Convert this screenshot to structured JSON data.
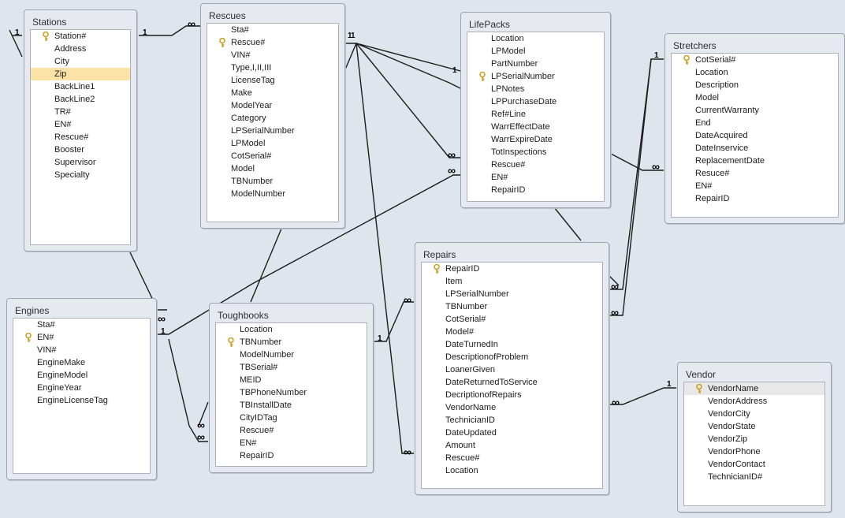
{
  "tables": {
    "stations": {
      "title": "Stations",
      "fields": [
        {
          "name": "Station#",
          "key": true
        },
        {
          "name": "Address"
        },
        {
          "name": "City"
        },
        {
          "name": "Zip",
          "selected": true
        },
        {
          "name": "BackLine1"
        },
        {
          "name": "BackLine2"
        },
        {
          "name": "TR#"
        },
        {
          "name": "EN#"
        },
        {
          "name": "Rescue#"
        },
        {
          "name": "Booster"
        },
        {
          "name": "Supervisor"
        },
        {
          "name": "Specialty"
        }
      ]
    },
    "rescues": {
      "title": "Rescues",
      "fields": [
        {
          "name": "Sta#"
        },
        {
          "name": "Rescue#",
          "key": true
        },
        {
          "name": "VIN#"
        },
        {
          "name": "Type,I,II,III"
        },
        {
          "name": "LicenseTag"
        },
        {
          "name": "Make"
        },
        {
          "name": "ModelYear"
        },
        {
          "name": "Category"
        },
        {
          "name": "LPSerialNumber"
        },
        {
          "name": "LPModel"
        },
        {
          "name": "CotSerial#"
        },
        {
          "name": "Model"
        },
        {
          "name": "TBNumber"
        },
        {
          "name": "ModelNumber"
        }
      ]
    },
    "lifepacks": {
      "title": "LifePacks",
      "fields": [
        {
          "name": "Location"
        },
        {
          "name": "LPModel"
        },
        {
          "name": "PartNumber"
        },
        {
          "name": "LPSerialNumber",
          "key": true
        },
        {
          "name": "LPNotes"
        },
        {
          "name": "LPPurchaseDate"
        },
        {
          "name": "Ref#Line"
        },
        {
          "name": "WarrEffectDate"
        },
        {
          "name": "WarrExpireDate"
        },
        {
          "name": "TotInspections"
        },
        {
          "name": "Rescue#"
        },
        {
          "name": "EN#"
        },
        {
          "name": "RepairID"
        }
      ]
    },
    "stretchers": {
      "title": "Stretchers",
      "fields": [
        {
          "name": "CotSerial#",
          "key": true
        },
        {
          "name": "Location"
        },
        {
          "name": "Description"
        },
        {
          "name": "Model"
        },
        {
          "name": "CurrentWarranty"
        },
        {
          "name": "End"
        },
        {
          "name": "DateAcquired"
        },
        {
          "name": "DateInservice"
        },
        {
          "name": "ReplacementDate"
        },
        {
          "name": "Resuce#"
        },
        {
          "name": "EN#"
        },
        {
          "name": "RepairID"
        }
      ]
    },
    "engines": {
      "title": "Engines",
      "fields": [
        {
          "name": "Sta#"
        },
        {
          "name": "EN#",
          "key": true
        },
        {
          "name": "VIN#"
        },
        {
          "name": "EngineMake"
        },
        {
          "name": "EngineModel"
        },
        {
          "name": "EngineYear"
        },
        {
          "name": "EngineLicenseTag"
        }
      ]
    },
    "toughbooks": {
      "title": "Toughbooks",
      "fields": [
        {
          "name": "Location"
        },
        {
          "name": "TBNumber",
          "key": true
        },
        {
          "name": "ModelNumber"
        },
        {
          "name": "TBSerial#"
        },
        {
          "name": "MEID"
        },
        {
          "name": "TBPhoneNumber"
        },
        {
          "name": "TBInstallDate"
        },
        {
          "name": "CityIDTag"
        },
        {
          "name": "Rescue#"
        },
        {
          "name": "EN#"
        },
        {
          "name": "RepairID"
        }
      ]
    },
    "repairs": {
      "title": "Repairs",
      "fields": [
        {
          "name": "RepairID",
          "key": true
        },
        {
          "name": "Item"
        },
        {
          "name": "LPSerialNumber"
        },
        {
          "name": "TBNumber"
        },
        {
          "name": "CotSerial#"
        },
        {
          "name": "Model#"
        },
        {
          "name": "DateTurnedIn"
        },
        {
          "name": "DescriptionofProblem"
        },
        {
          "name": "LoanerGiven"
        },
        {
          "name": "DateReturnedToService"
        },
        {
          "name": "DecriptionofRepairs"
        },
        {
          "name": "VendorName"
        },
        {
          "name": "TechnicianID"
        },
        {
          "name": "DateUpdated"
        },
        {
          "name": "Amount"
        },
        {
          "name": "Rescue#"
        },
        {
          "name": "Location"
        }
      ]
    },
    "vendor": {
      "title": "Vendor",
      "fields": [
        {
          "name": "VendorName",
          "key": true,
          "selected_grey": true
        },
        {
          "name": "VendorAddress"
        },
        {
          "name": "VendorCity"
        },
        {
          "name": "VendorState"
        },
        {
          "name": "VendorZip"
        },
        {
          "name": "VendorPhone"
        },
        {
          "name": "VendorContact"
        },
        {
          "name": "TechnicianID#"
        }
      ]
    }
  },
  "cardinality": {
    "one": "1",
    "many": "∞"
  },
  "colors": {
    "canvas": "#dfe5ed",
    "selected_field": "#fbe3a8",
    "key_icon": "#c9a227"
  }
}
